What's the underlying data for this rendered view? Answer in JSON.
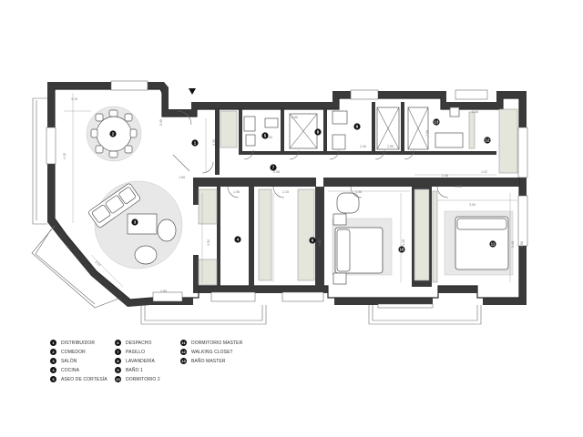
{
  "rooms": [
    {
      "num": "1",
      "label": "DISTRIBUIDOR"
    },
    {
      "num": "2",
      "label": "COMEDOR"
    },
    {
      "num": "3",
      "label": "SALÓN"
    },
    {
      "num": "4",
      "label": "COCINA"
    },
    {
      "num": "5",
      "label": "ASEO DE CORTESÍA"
    },
    {
      "num": "6",
      "label": "DESPACHO"
    },
    {
      "num": "7",
      "label": "PASILLO"
    },
    {
      "num": "8",
      "label": "LAVANDERÍA"
    },
    {
      "num": "9",
      "label": "BAÑO 1"
    },
    {
      "num": "10",
      "label": "DORMITORIO 2"
    },
    {
      "num": "11",
      "label": "DORMITORIO MASTER"
    },
    {
      "num": "12",
      "label": "WALKING CLOSET"
    },
    {
      "num": "13",
      "label": "BAÑO MASTER"
    }
  ],
  "dimensions": [
    "3.15",
    "5.05",
    "4.15",
    "3.53",
    "1.65",
    "2.86",
    "3.30",
    "1.95",
    "2.15",
    "3.52",
    "3.61",
    "2.06",
    "1.50",
    "3.58",
    "2.36",
    "2.40",
    "2.38",
    "2.06",
    "3.25",
    "3.48",
    "2.60",
    "2.40",
    "3.50",
    "3.58",
    "1.22",
    "2.08"
  ],
  "colors": {
    "wall": "#3a3a3a",
    "fixture": "#e4e6dc",
    "marker": "#111111",
    "rug": "#e8e8e8"
  },
  "icons": {
    "entrance": "entrance-arrow-icon",
    "marker": "room-number-marker-icon"
  }
}
